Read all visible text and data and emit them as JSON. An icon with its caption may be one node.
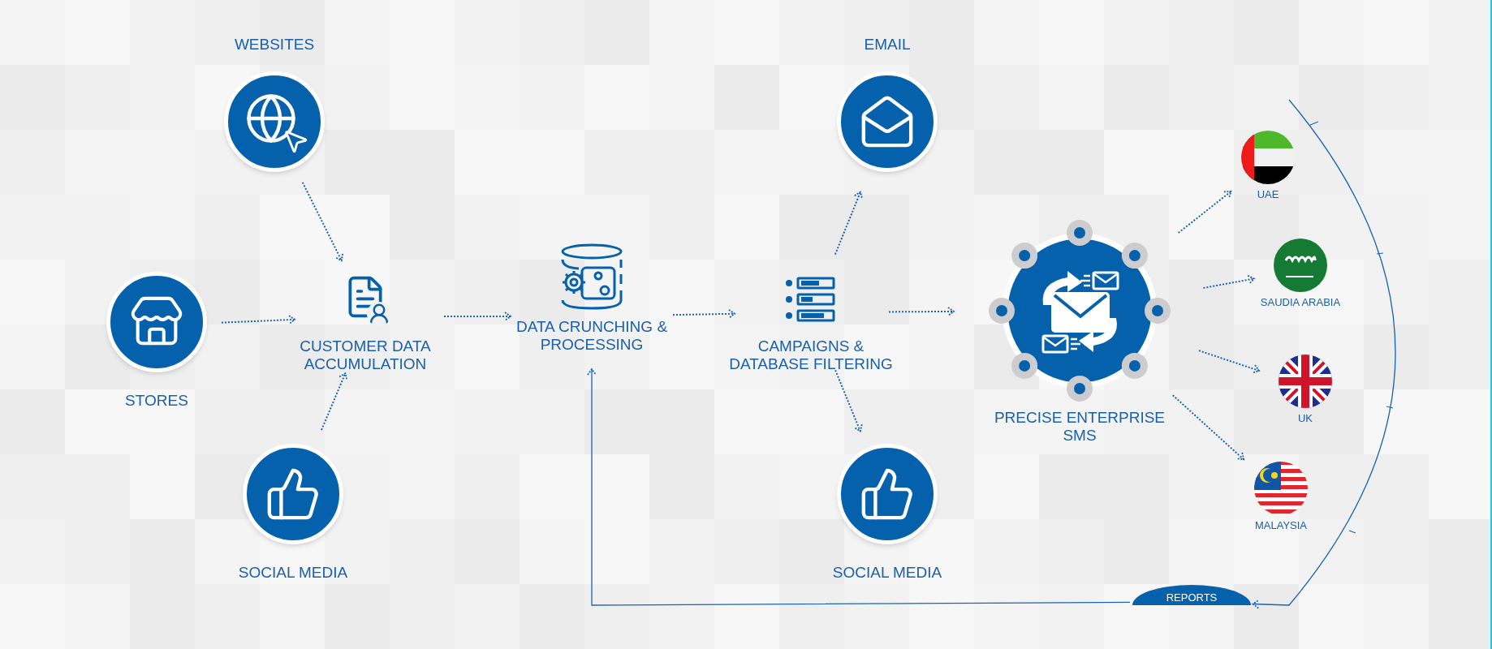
{
  "diagram": {
    "nodes": [
      {
        "text": [
          "WEBSITES"
        ]
      },
      {
        "text": [
          "STORES"
        ]
      },
      {
        "text": [
          "SOCIAL MEDIA"
        ]
      },
      {
        "text": [
          "CUSTOMER DATA ACCUMULATION"
        ]
      },
      {
        "text": [
          "DATA CRUNCHING & PROCESSING"
        ]
      },
      {
        "text": [
          "CAMPAIGNS & DATABASE FILTERING"
        ]
      },
      {
        "text": [
          "EMAIL"
        ]
      },
      {
        "text": [
          "SOCIAL MEDIA"
        ]
      },
      {
        "text": [
          "PRECISE ENTERPRISE SMS"
        ]
      },
      {
        "text": [
          "UAE"
        ]
      },
      {
        "text": [
          "SAUDIA ARABIA"
        ]
      },
      {
        "text": [
          "UK"
        ]
      },
      {
        "text": [
          "MALAYSIA"
        ]
      },
      {
        "text": [
          "REPORTS"
        ]
      }
    ],
    "edges": [
      {
        "from": 0,
        "to": 3,
        "arrow": "to",
        "style": "dashed"
      },
      {
        "from": 1,
        "to": 3,
        "arrow": "to",
        "style": "dashed"
      },
      {
        "from": 2,
        "to": 3,
        "arrow": "to",
        "style": "dashed"
      },
      {
        "from": 3,
        "to": 4,
        "arrow": "to",
        "style": "dashed"
      },
      {
        "from": 4,
        "to": 5,
        "arrow": "to",
        "style": "dashed"
      },
      {
        "from": 5,
        "to": 6,
        "arrow": "to",
        "style": "dashed"
      },
      {
        "from": 5,
        "to": 7,
        "arrow": "to",
        "style": "dashed"
      },
      {
        "from": 5,
        "to": 8,
        "arrow": "to",
        "style": "dashed"
      },
      {
        "from": 8,
        "to": 9,
        "arrow": "to",
        "style": "dashed"
      },
      {
        "from": 8,
        "to": 10,
        "arrow": "to",
        "style": "dashed"
      },
      {
        "from": 8,
        "to": 11,
        "arrow": "to",
        "style": "dashed"
      },
      {
        "from": 8,
        "to": 12,
        "arrow": "to",
        "style": "dashed"
      },
      {
        "from": null,
        "to": 13,
        "arrow": "to"
      },
      {
        "from": 13,
        "to": 4,
        "arrow": "to"
      }
    ]
  }
}
